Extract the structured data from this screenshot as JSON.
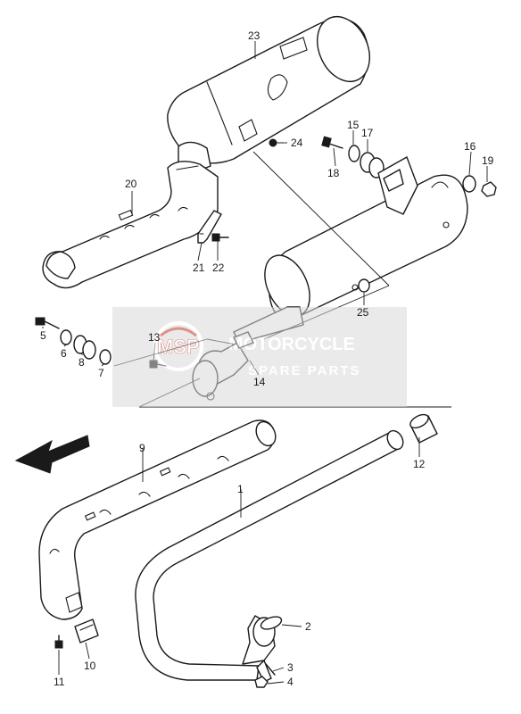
{
  "diagram": {
    "callouts": [
      {
        "id": "1",
        "label": "1"
      },
      {
        "id": "2",
        "label": "2"
      },
      {
        "id": "3",
        "label": "3"
      },
      {
        "id": "4",
        "label": "4"
      },
      {
        "id": "5",
        "label": "5"
      },
      {
        "id": "6",
        "label": "6"
      },
      {
        "id": "7",
        "label": "7"
      },
      {
        "id": "8",
        "label": "8"
      },
      {
        "id": "9",
        "label": "9"
      },
      {
        "id": "10",
        "label": "10"
      },
      {
        "id": "11",
        "label": "11"
      },
      {
        "id": "12",
        "label": "12"
      },
      {
        "id": "13",
        "label": "13"
      },
      {
        "id": "14",
        "label": "14"
      },
      {
        "id": "15",
        "label": "15"
      },
      {
        "id": "16",
        "label": "16"
      },
      {
        "id": "17",
        "label": "17"
      },
      {
        "id": "18",
        "label": "18"
      },
      {
        "id": "19",
        "label": "19"
      },
      {
        "id": "20",
        "label": "20"
      },
      {
        "id": "21",
        "label": "21"
      },
      {
        "id": "22",
        "label": "22"
      },
      {
        "id": "23",
        "label": "23"
      },
      {
        "id": "24",
        "label": "24"
      },
      {
        "id": "25",
        "label": "25"
      }
    ],
    "colors": {
      "line": "#1a1a1a",
      "watermark_band": "#d9d9d9",
      "watermark_accent": "#c0392b"
    }
  },
  "watermark": {
    "logo_text": "MSP",
    "line1": "MOTORCYCLE",
    "line2": "SPARE PARTS"
  }
}
